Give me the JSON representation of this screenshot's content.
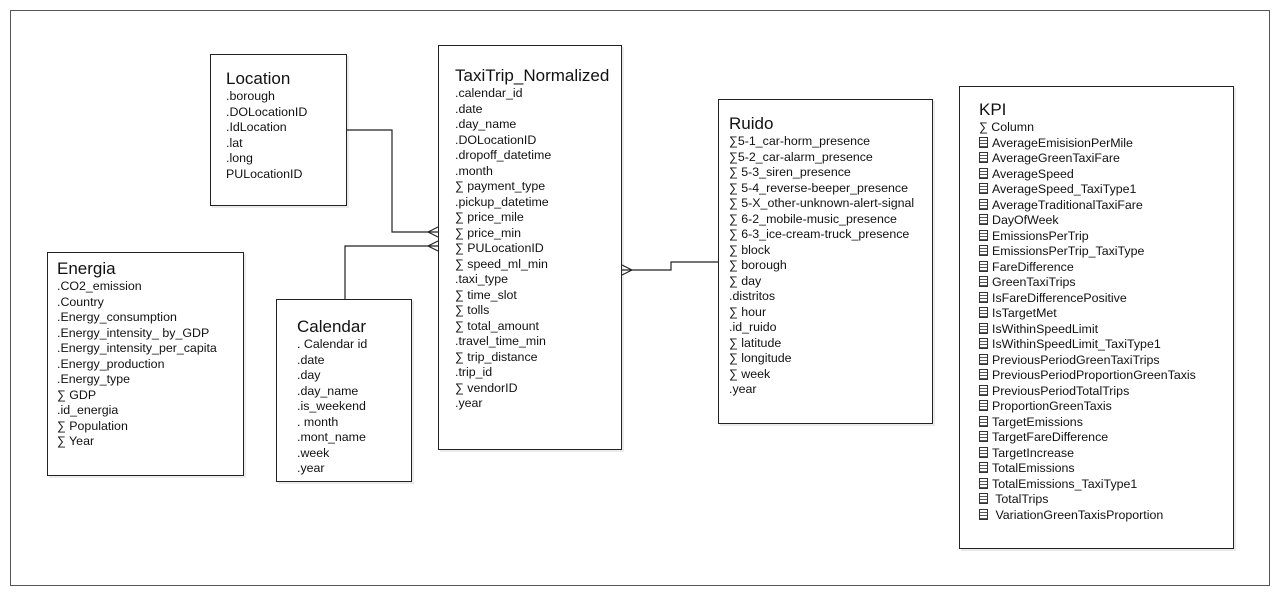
{
  "entities": {
    "location": {
      "title": "Location",
      "fields": [
        ".borough",
        ".DOLocationID",
        ".IdLocation",
        ".lat",
        ".long",
        "PULocationID"
      ]
    },
    "energia": {
      "title": "Energia",
      "fields": [
        ".CO2_emission",
        ".Country",
        ".Energy_consumption",
        ".Energy_intensity_ by_GDP",
        ".Energy_intensity_per_capita",
        ".Energy_production",
        ".Energy_type",
        "∑ GDP",
        ".id_energia",
        "∑ Population",
        "∑ Year"
      ]
    },
    "calendar": {
      "title": "Calendar",
      "fields": [
        ". Calendar id",
        ".date",
        ".day",
        ".day_name",
        ".is_weekend",
        ". month",
        ".mont_name",
        ".week",
        ".year"
      ]
    },
    "taxitrip": {
      "title": "TaxiTrip_Normalized",
      "fields": [
        ".calendar_id",
        ".date",
        ".day_name",
        ".DOLocationID",
        ".dropoff_datetime",
        ".month",
        "∑ payment_type",
        ".pickup_datetime",
        "∑ price_mile",
        "∑ price_min",
        "∑ PULocationID",
        "∑ speed_ml_min",
        ".taxi_type",
        "∑ time_slot",
        "∑ tolls",
        "∑ total_amount",
        ".travel_time_min",
        "∑ trip_distance",
        ".trip_id",
        "∑ vendorID",
        ".year"
      ]
    },
    "ruido": {
      "title": "Ruido",
      "fields": [
        "∑5-1_car-horm_presence",
        "∑5-2_car-alarm_presence",
        "∑ 5-3_siren_presence",
        "∑ 5-4_reverse-beeper_presence",
        "∑ 5-X_other-unknown-alert-signal",
        "∑ 6-2_mobile-music_presence",
        "∑ 6-3_ice-cream-truck_presence",
        "∑ block",
        "∑ borough",
        "∑ day",
        ".distritos",
        "∑ hour",
        ".id_ruido",
        "∑ latitude",
        "∑ longitude",
        "∑ week",
        ".year"
      ]
    },
    "kpi": {
      "title": "KPI",
      "fields": [
        "∑ Column",
        "AverageEmisisionPerMile",
        "AverageGreenTaxiFare",
        "AverageSpeed",
        "AverageSpeed_TaxiType1",
        "AverageTraditionalTaxiFare",
        "DayOfWeek",
        "EmissionsPerTrip",
        "EmissionsPerTrip_TaxiType",
        "FareDifference",
        "GreenTaxiTrips",
        "IsFareDifferencePositive",
        "IsTargetMet",
        "IsWithinSpeedLimit",
        "IsWithinSpeedLimit_TaxiType1",
        "PreviousPeriodGreenTaxiTrips",
        "PreviousPeriodProportionGreenTaxis",
        "PreviousPeriodTotalTrips",
        "ProportionGreenTaxis",
        "TargetEmissions",
        "TargetFareDifference",
        "TargetIncrease",
        "TotalEmissions",
        "TotalEmissions_TaxiType1",
        " TotalTrips",
        " VariationGreenTaxisProportion"
      ]
    }
  }
}
